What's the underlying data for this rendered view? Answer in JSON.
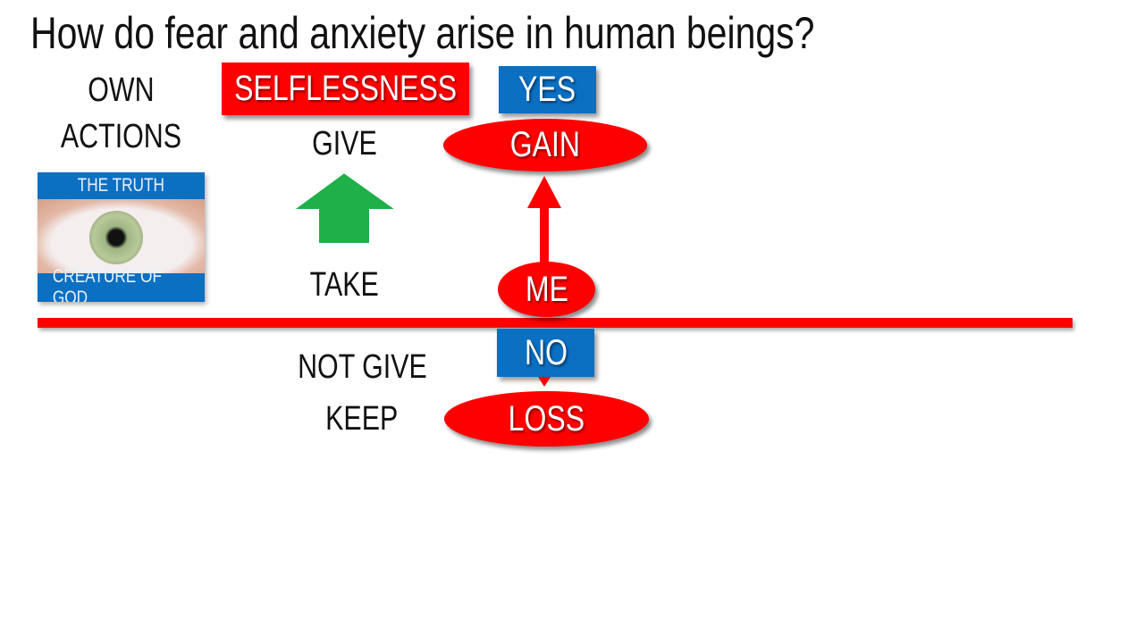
{
  "title": "How do fear and anxiety arise in human beings?",
  "labels": {
    "own": "OWN",
    "actions": "ACTIONS",
    "give": "GIVE",
    "take": "TAKE",
    "not_give": "NOT GIVE",
    "keep": "KEEP"
  },
  "boxes": {
    "selflessness": "SELFLESSNESS",
    "yes": "YES",
    "no": "NO"
  },
  "ellipses": {
    "gain": "GAIN",
    "me": "ME",
    "loss": "LOSS"
  },
  "image": {
    "top_caption": "THE TRUTH",
    "bottom_caption": "CREATURE OF GOD"
  },
  "colors": {
    "red": "#ff0000",
    "blue": "#0b6fc2",
    "green": "#1fb04a"
  }
}
